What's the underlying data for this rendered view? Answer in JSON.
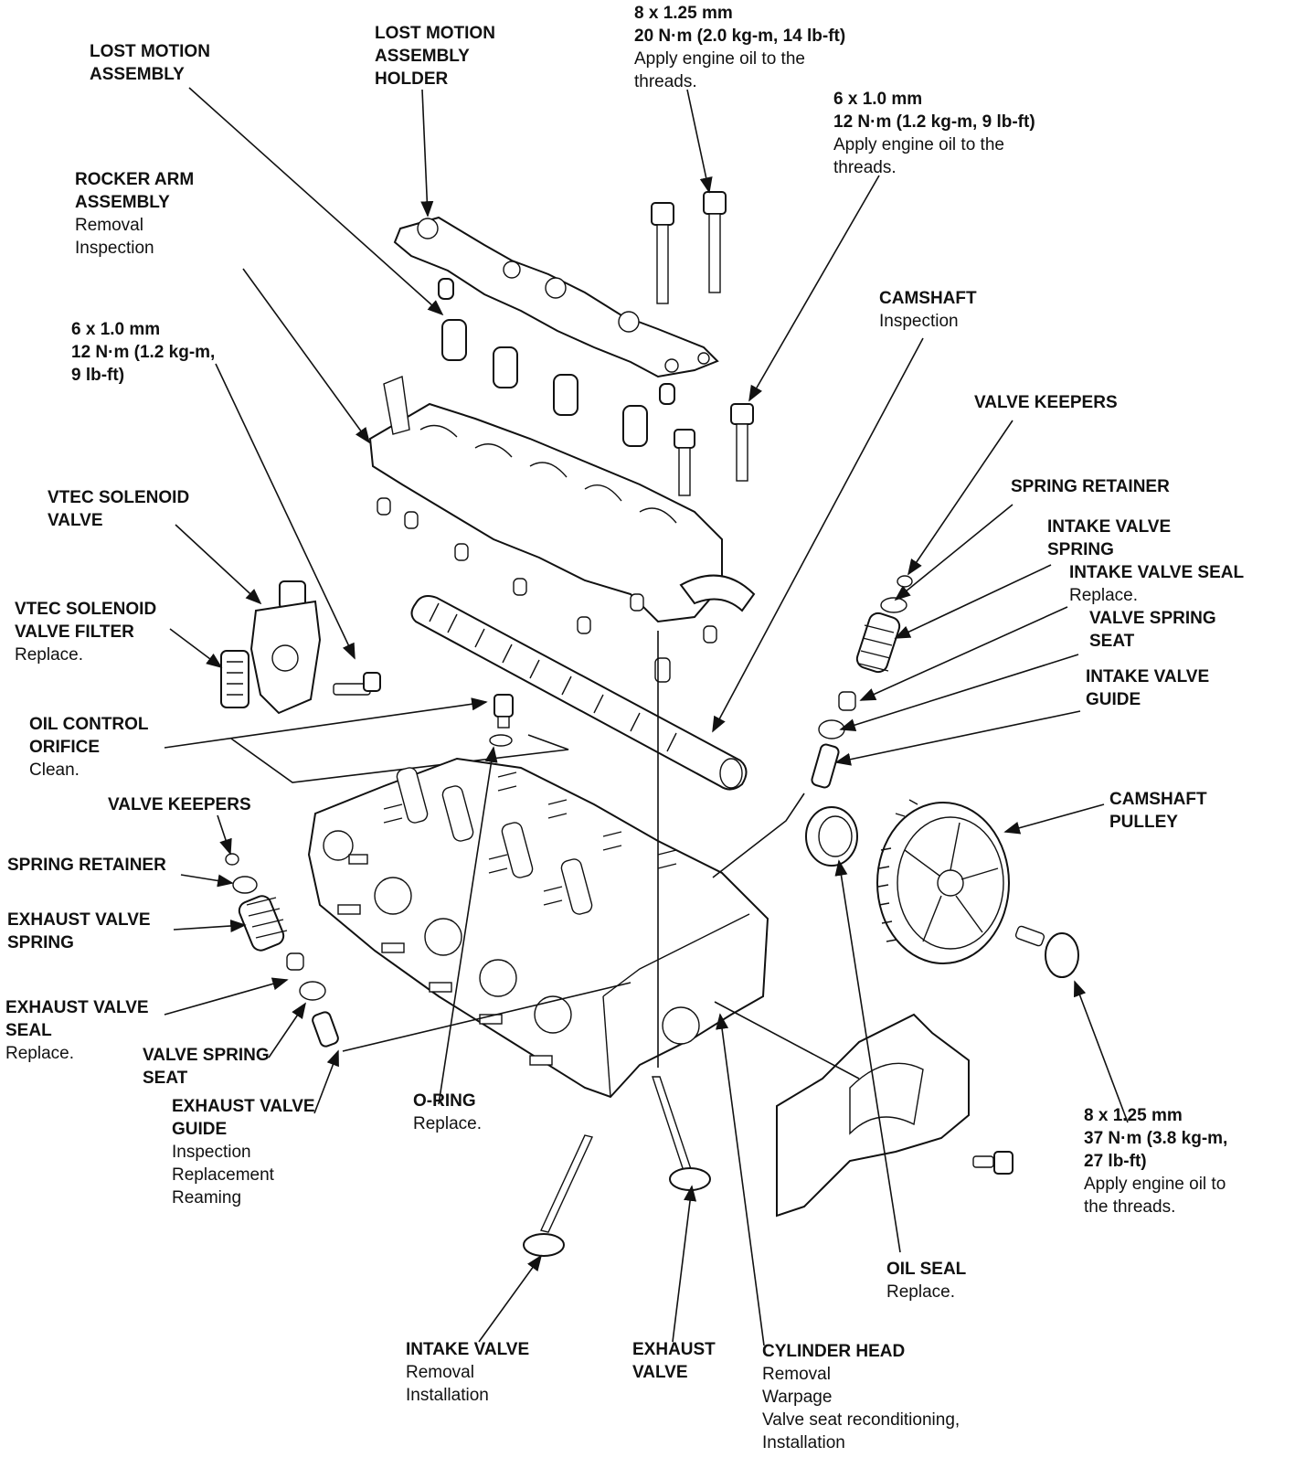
{
  "labels": {
    "lost_motion_assembly": {
      "title": [
        "LOST MOTION",
        "ASSEMBLY"
      ],
      "notes": []
    },
    "lost_motion_holder": {
      "title": [
        "LOST MOTION",
        "ASSEMBLY",
        "HOLDER"
      ],
      "notes": []
    },
    "bolt_8x125_top": {
      "title": [
        "8 x 1.25 mm",
        "20 N·m (2.0 kg-m, 14 lb-ft)"
      ],
      "notes": [
        "Apply engine oil to the",
        "threads."
      ]
    },
    "bolt_6x10_top": {
      "title": [
        "6 x 1.0 mm",
        "12 N·m (1.2 kg-m, 9 lb-ft)"
      ],
      "notes": [
        "Apply engine oil to the",
        "threads."
      ]
    },
    "rocker_arm_assembly": {
      "title": [
        "ROCKER ARM",
        "ASSEMBLY"
      ],
      "notes": [
        "Removal",
        "Inspection"
      ]
    },
    "bolt_6x10_left": {
      "title": [
        "6 x 1.0 mm",
        "12 N·m (1.2 kg-m,",
        "9 lb-ft)"
      ],
      "notes": []
    },
    "camshaft": {
      "title": [
        "CAMSHAFT"
      ],
      "notes": [
        "Inspection"
      ]
    },
    "valve_keepers_right": {
      "title": [
        "VALVE KEEPERS"
      ],
      "notes": []
    },
    "spring_retainer_right": {
      "title": [
        "SPRING RETAINER"
      ],
      "notes": []
    },
    "intake_valve_spring": {
      "title": [
        "INTAKE VALVE",
        "SPRING"
      ],
      "notes": []
    },
    "intake_valve_seal": {
      "title": [
        "INTAKE VALVE SEAL"
      ],
      "notes": [
        "Replace."
      ]
    },
    "valve_spring_seat_right": {
      "title": [
        "VALVE SPRING",
        "SEAT"
      ],
      "notes": []
    },
    "intake_valve_guide": {
      "title": [
        "INTAKE VALVE",
        "GUIDE"
      ],
      "notes": []
    },
    "vtec_solenoid_valve": {
      "title": [
        "VTEC SOLENOID",
        "VALVE"
      ],
      "notes": []
    },
    "vtec_solenoid_filter": {
      "title": [
        "VTEC SOLENOID",
        "VALVE FILTER"
      ],
      "notes": [
        "Replace."
      ]
    },
    "oil_control_orifice": {
      "title": [
        "OIL CONTROL",
        "ORIFICE"
      ],
      "notes": [
        "Clean."
      ]
    },
    "valve_keepers_left": {
      "title": [
        "VALVE KEEPERS"
      ],
      "notes": []
    },
    "spring_retainer_left": {
      "title": [
        "SPRING RETAINER"
      ],
      "notes": []
    },
    "exhaust_valve_spring": {
      "title": [
        "EXHAUST VALVE",
        "SPRING"
      ],
      "notes": []
    },
    "exhaust_valve_seal": {
      "title": [
        "EXHAUST VALVE",
        "SEAL"
      ],
      "notes": [
        "Replace."
      ]
    },
    "valve_spring_seat_left": {
      "title": [
        "VALVE SPRING",
        "SEAT"
      ],
      "notes": []
    },
    "exhaust_valve_guide": {
      "title": [
        "EXHAUST VALVE",
        "GUIDE"
      ],
      "notes": [
        "Inspection",
        "Replacement",
        "Reaming"
      ]
    },
    "o_ring": {
      "title": [
        "O-RING"
      ],
      "notes": [
        "Replace."
      ]
    },
    "camshaft_pulley": {
      "title": [
        "CAMSHAFT",
        "PULLEY"
      ],
      "notes": []
    },
    "bolt_8x125_right": {
      "title": [
        "8 x 1.25 mm",
        "37 N·m (3.8 kg-m,",
        "27 lb-ft)"
      ],
      "notes": [
        "Apply engine oil to",
        "the threads."
      ]
    },
    "oil_seal": {
      "title": [
        "OIL SEAL"
      ],
      "notes": [
        "Replace."
      ]
    },
    "intake_valve": {
      "title": [
        "INTAKE VALVE"
      ],
      "notes": [
        "Removal",
        "Installation"
      ]
    },
    "exhaust_valve": {
      "title": [
        "EXHAUST",
        "VALVE"
      ],
      "notes": []
    },
    "cylinder_head": {
      "title": [
        "CYLINDER HEAD"
      ],
      "notes": [
        "Removal",
        "Warpage",
        "Valve seat reconditioning,",
        "Installation"
      ]
    }
  },
  "colors": {
    "ink": "#111111",
    "paper": "#ffffff"
  }
}
